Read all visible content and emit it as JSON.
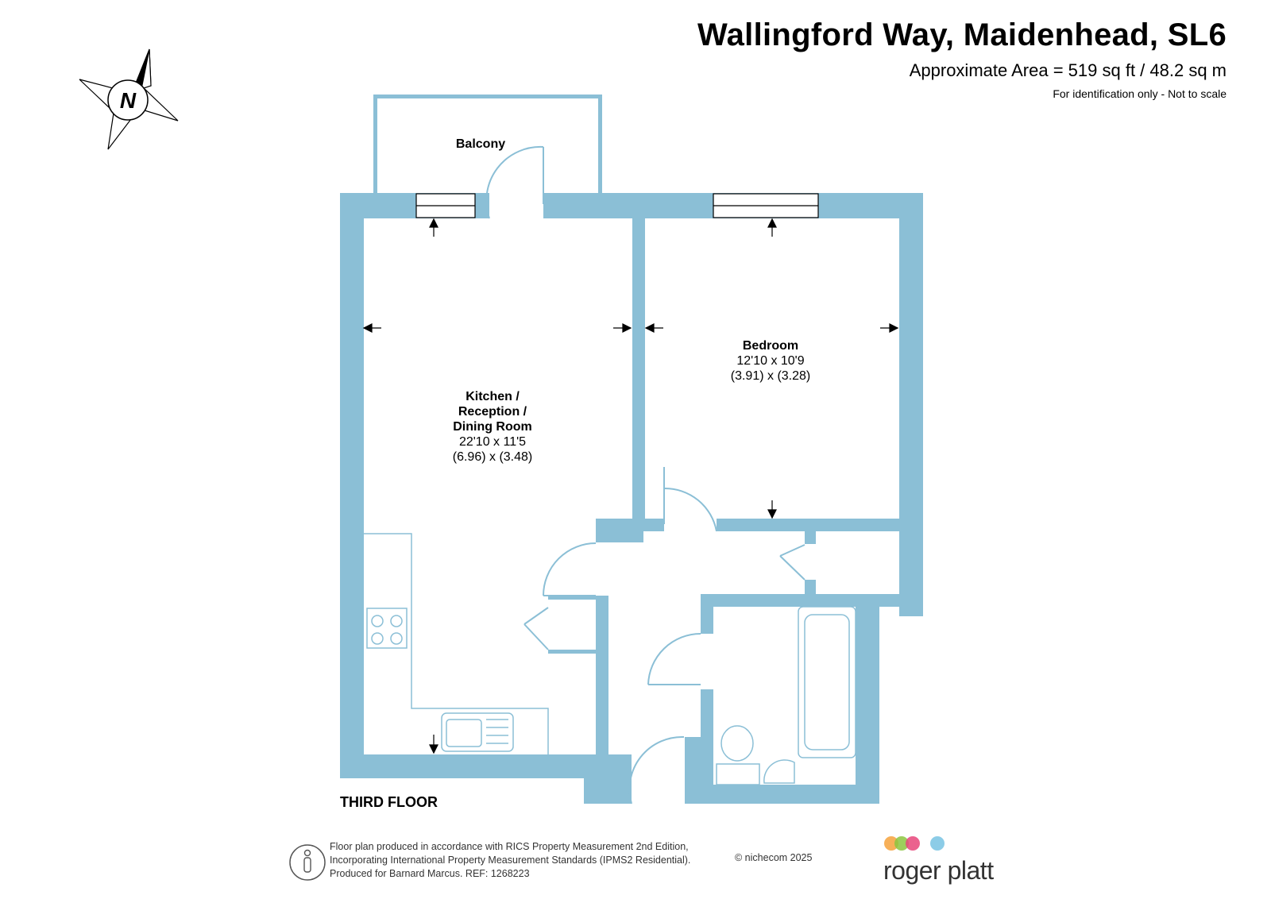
{
  "header": {
    "title": "Wallingford Way, Maidenhead, SL6",
    "area": "Approximate Area = 519 sq ft / 48.2 sq m",
    "note": "For identification only - Not to scale"
  },
  "compass": {
    "letter": "N"
  },
  "rooms": {
    "balcony": {
      "name": "Balcony"
    },
    "kitchen": {
      "name_line1": "Kitchen /",
      "name_line2": "Reception /",
      "name_line3": "Dining Room",
      "imperial": "22'10 x 11'5",
      "metric": "(6.96) x (3.48)"
    },
    "bedroom": {
      "name": "Bedroom",
      "imperial": "12'10 x 10'9",
      "metric": "(3.91) x (3.28)"
    }
  },
  "floor_label": "THIRD FLOOR",
  "footer": {
    "line1": "Floor plan produced in accordance with RICS Property Measurement 2nd Edition,",
    "line2": "Incorporating International Property Measurement Standards (IPMS2 Residential).",
    "line3": "Produced for Barnard Marcus.    REF:   1268223",
    "copyright": "© nichecom 2025",
    "brand": "roger platt"
  },
  "colors": {
    "wall": "#8bbfd6",
    "brand_dots": [
      "#f6a23c",
      "#8cc63f",
      "#e8457a",
      "#7fc6e4"
    ]
  }
}
